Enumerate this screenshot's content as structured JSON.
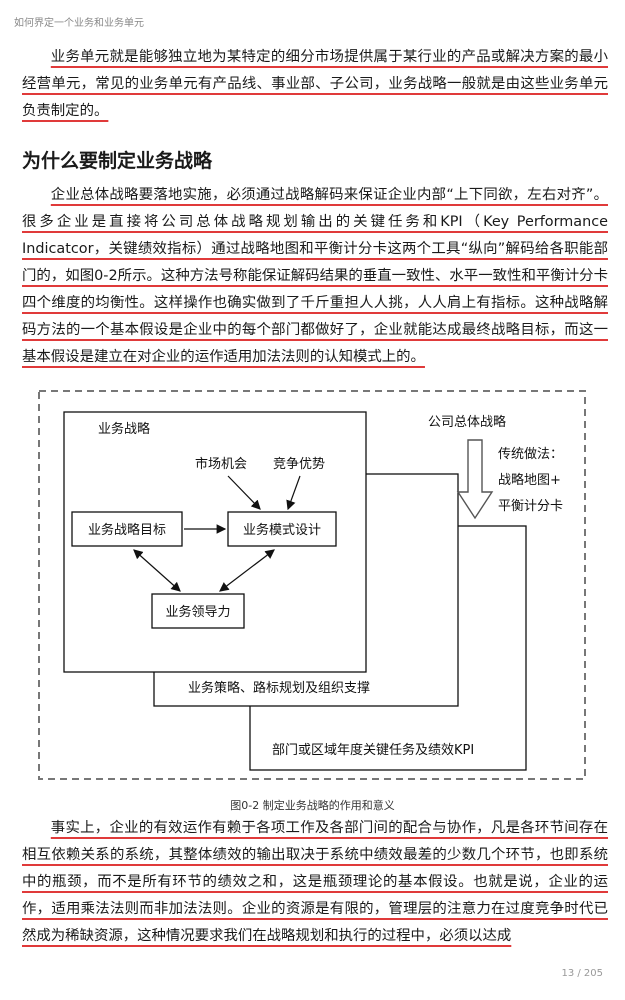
{
  "header": {
    "title": "如何界定一个业务和业务单元"
  },
  "para1": "业务单元就是能够独立地为某特定的细分市场提供属于某行业的产品或解决方案的最小经营单元，常见的业务单元有产品线、事业部、子公司，业务战略一般就是由这些业务单元负责制定的。",
  "heading": "为什么要制定业务战略",
  "para2": "企业总体战略要落地实施，必须通过战略解码来保证企业内部“上下同欲，左右对齐”。很多企业是直接将公司总体战略规划输出的关键任务和KPI（Key Performance Indicatcor，关键绩效指标）通过战略地图和平衡计分卡这两个工具“纵向”解码给各职能部门的，如图0-2所示。这种方法号称能保证解码结果的垂直一致性、水平一致性和平衡计分卡四个维度的均衡性。这样操作也确实做到了千斤重担人人挑，人人肩上有指标。这种战略解码方法的一个基本假设是企业中的每个部门都做好了，企业就能达成最终战略目标，而这一基本假设是建立在对企业的运作适用加法法则的认知模式上的。",
  "figure": {
    "strategy_title": "业务战略",
    "market_opportunity": "市场机会",
    "competitive_advantage": "竞争优势",
    "strategy_goal": "业务战略目标",
    "business_model": "业务模式设计",
    "leadership": "业务领导力",
    "planning_support": "业务策略、路标规划及组织支撑",
    "department_tasks": "部门或区域年度关键任务及绩效KPI",
    "corporate_strategy": "公司总体战略",
    "traditional_1": "传统做法：",
    "traditional_2": "战略地图+",
    "traditional_3": "平衡计分卡"
  },
  "caption": "图0-2 制定业务战略的作用和意义",
  "para3": "事实上，企业的有效运作有赖于各项工作及各部门间的配合与协作，凡是各环节间存在相互依赖关系的系统，其整体绩效的输出取决于系统中绩效最差的少数几个环节，也即系统中的瓶颈，而不是所有环节的绩效之和，这是瓶颈理论的基本假设。也就是说，企业的运作，适用乘法法则而非加法法则。企业的资源是有限的，管理层的注意力在过度竞争时代已然成为稀缺资源，这种情况要求我们在战略规划和执行的过程中，必须以达成",
  "page": {
    "number": "13 / 205"
  }
}
